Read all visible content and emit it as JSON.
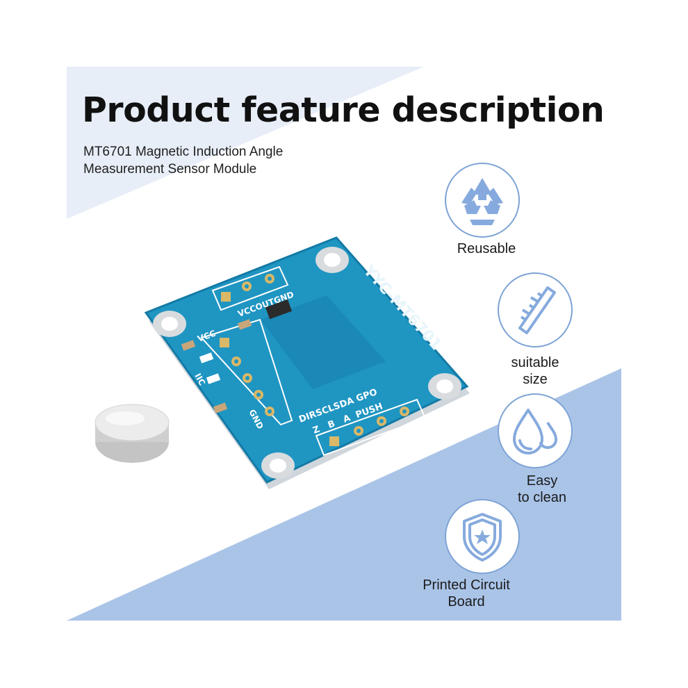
{
  "title": "Product feature description",
  "subtitle_lines": [
    "MT6701 Magnetic Induction Angle",
    "Measurement Sensor Module"
  ],
  "colors": {
    "band": "#e8eef8",
    "band_dark": "#aac4e8",
    "icon": "#86aadd",
    "pcb": "#1f95c2"
  },
  "features": [
    {
      "icon": "recycle-icon",
      "lines": [
        "Reusable"
      ]
    },
    {
      "icon": "ruler-icon",
      "lines": [
        "suitable",
        "size"
      ]
    },
    {
      "icon": "water-drops-icon",
      "lines": [
        "Easy",
        "to clean"
      ]
    },
    {
      "icon": "shield-star-icon",
      "lines": [
        "Printed Circuit",
        "Board"
      ]
    }
  ],
  "pcb": {
    "brand": "YYC-MT6701",
    "top_header": "VCCOUTGND",
    "left_top": "VCC",
    "left_mid": "IIC",
    "left_bottom": "GND",
    "bottom_row1": "DIRSCLSDA GPO",
    "bottom_row2": "Z   B   A  PUSH"
  }
}
